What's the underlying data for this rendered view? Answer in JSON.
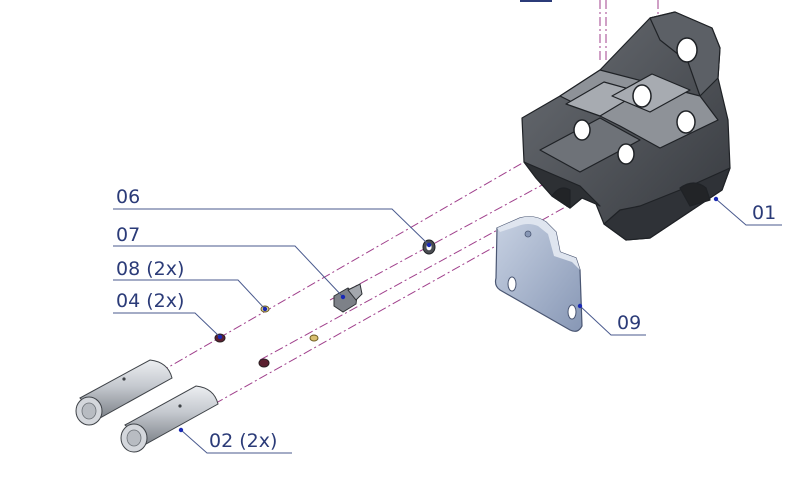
{
  "drawing": {
    "colors": {
      "background": "#ffffff",
      "leader": "#4a5a8e",
      "dot": "#1a2ab5",
      "text": "#2b3b78",
      "axis": "#a0408c",
      "bracket_dark": "#4a4d52",
      "bracket_light": "#8e9298",
      "plate": "#a8b6cf"
    },
    "callouts": [
      {
        "id": "01",
        "label": "01"
      },
      {
        "id": "02",
        "label": "02 (2x)"
      },
      {
        "id": "04",
        "label": "04 (2x)"
      },
      {
        "id": "06",
        "label": "06"
      },
      {
        "id": "07",
        "label": "07"
      },
      {
        "id": "08",
        "label": "08 (2x)"
      },
      {
        "id": "09",
        "label": "09"
      }
    ]
  }
}
